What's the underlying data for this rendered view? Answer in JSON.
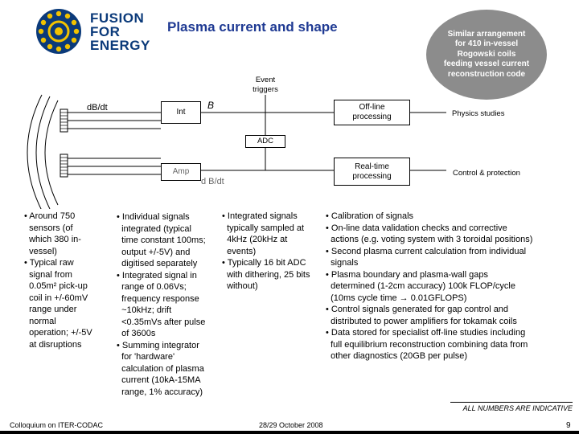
{
  "logo": {
    "lines": [
      "FUSION",
      "FOR",
      "ENERGY"
    ]
  },
  "title": "Plasma current and shape",
  "callout": "Similar arrangement for 410 in-vessel Rogowski coils feeding vessel current reconstruction code",
  "diagram": {
    "event_triggers": [
      "Event",
      "triggers"
    ],
    "dbdt_left": "dB/dt",
    "int": "Int",
    "b_label": "B",
    "offline": [
      "Off-line",
      "processing"
    ],
    "adc": "ADC",
    "amp": "Amp",
    "dbdt_bottom": "d B/dt",
    "realtime": [
      "Real-time",
      "processing"
    ],
    "physics": "Physics studies",
    "control": "Control & protection"
  },
  "col1": [
    "• Around 750",
    "  sensors (of",
    "  which 380 in-",
    "  vessel)",
    "• Typical raw",
    "  signal from",
    "  0.05m² pick-up",
    "  coil in +/-60mV",
    "  range under",
    "  normal",
    "  operation; +/-5V",
    "  at disruptions"
  ],
  "col2": [
    "• Individual signals",
    "  integrated (typical",
    "  time constant 100ms;",
    "  output +/-5V) and",
    "  digitised separately",
    "• Integrated signal in",
    "  range of 0.06Vs;",
    "  frequency response",
    "  ~10kHz; drift",
    "  <0.35mVs after pulse",
    "  of 3600s",
    "• Summing integrator",
    "  for 'hardware'",
    "  calculation of plasma",
    "  current (10kA-15MA",
    "  range, 1% accuracy)"
  ],
  "col3": [
    "• Integrated signals",
    "  typically sampled at",
    "  4kHz (20kHz at",
    "  events)",
    "• Typically 16 bit ADC",
    "  with dithering, 25 bits",
    "  without)"
  ],
  "col4": [
    "• Calibration of signals",
    "• On-line data validation checks and corrective",
    "  actions (e.g. voting system with 3 toroidal positions)",
    "• Second plasma current calculation from individual",
    "  signals",
    "• Plasma boundary and plasma-wall gaps",
    "  determined (1-2cm accuracy) 100k FLOP/cycle",
    "  (10ms cycle time → 0.01GFLOPS)",
    "• Control signals generated for gap control and",
    "  distributed to power amplifiers for tokamak coils",
    "• Data stored for specialist off-line studies including",
    "  full equilibrium reconstruction combining data from",
    "  other diagnostics (20GB per pulse)"
  ],
  "note": "ALL NUMBERS ARE INDICATIVE",
  "footer": {
    "left": "Colloquium on ITER-CODAC",
    "center": "28/29 October 2008",
    "page": "9"
  },
  "colors": {
    "title": "#1f3a93",
    "logo": "#0b3a7a",
    "callout": "#8c8c8c",
    "star": "#f2c200"
  }
}
